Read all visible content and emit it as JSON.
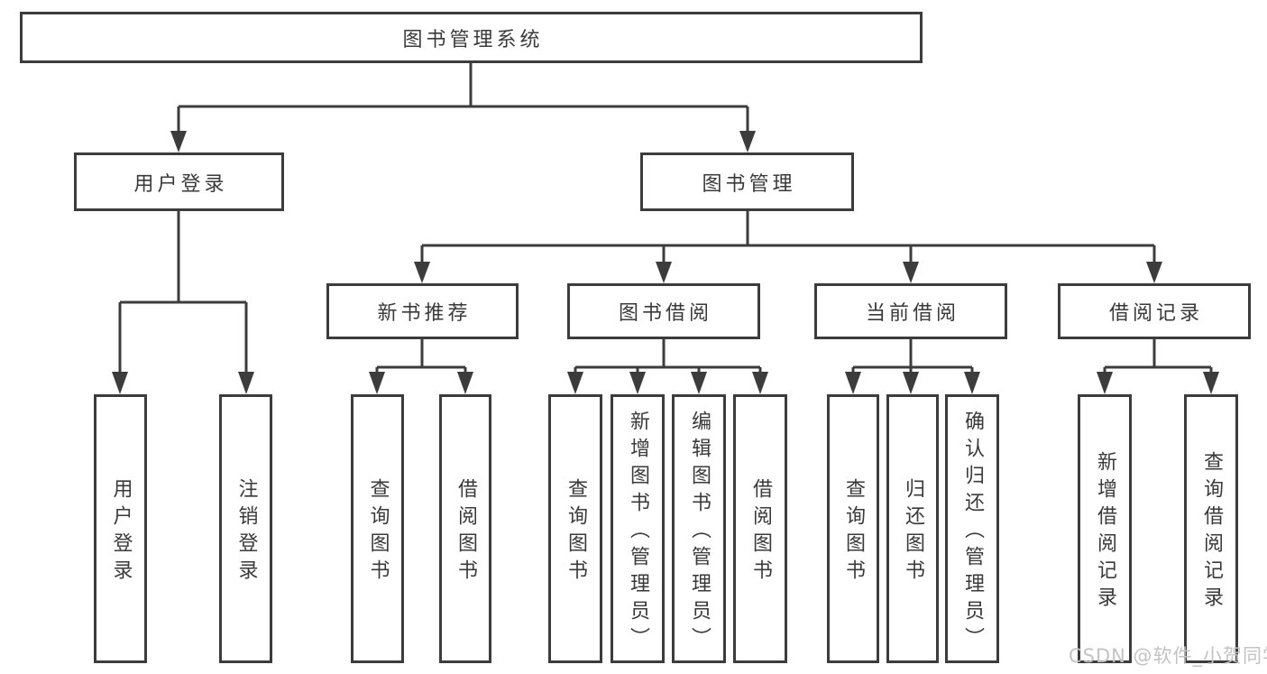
{
  "tree": {
    "label": "图书管理系统",
    "children": [
      {
        "label": "用户登录",
        "children": [
          {
            "label": "用户登录"
          },
          {
            "label": "注销登录"
          }
        ]
      },
      {
        "label": "图书管理",
        "children": [
          {
            "label": "新书推荐",
            "children": [
              {
                "label": "查询图书"
              },
              {
                "label": "借阅图书"
              }
            ]
          },
          {
            "label": "图书借阅",
            "children": [
              {
                "label": "查询图书"
              },
              {
                "label": "新增图书（管理员）"
              },
              {
                "label": "编辑图书（管理员）"
              },
              {
                "label": "借阅图书"
              }
            ]
          },
          {
            "label": "当前借阅",
            "children": [
              {
                "label": "查询图书"
              },
              {
                "label": "归还图书"
              },
              {
                "label": "确认归还（管理员）"
              }
            ]
          },
          {
            "label": "借阅记录",
            "children": [
              {
                "label": "新增借阅记录"
              },
              {
                "label": "查询借阅记录"
              }
            ]
          }
        ]
      }
    ]
  },
  "watermark": {
    "text": "CSDN @软件_小贺同学"
  },
  "colors": {
    "line": "#3c3c3c",
    "box_border": "#3c3c3c",
    "text": "#3a3a3a",
    "watermark": "#c3c3c3",
    "background": "#ffffff"
  }
}
